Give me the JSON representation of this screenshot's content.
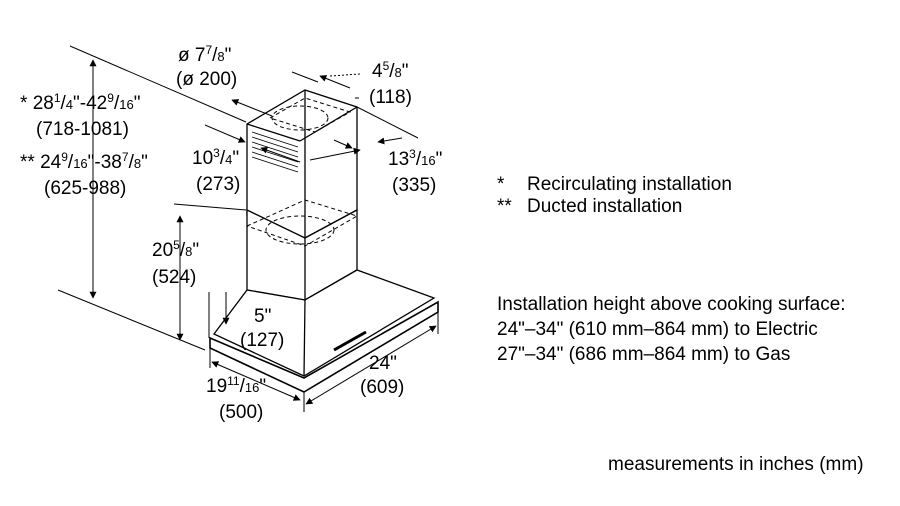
{
  "labels": {
    "duct_diameter": {
      "prefix": "ø 7",
      "num": "7",
      "den": "8",
      "suffix": "\"",
      "metric": "(ø 200)"
    },
    "depth_offset": {
      "whole": "4",
      "num": "5",
      "den": "8",
      "suffix": "\"",
      "metric": "(118)"
    },
    "height_recirc": {
      "star": "* ",
      "w1": "28",
      "n1": "1",
      "d1": "4",
      "mid": "\"-42",
      "n2": "9",
      "d2": "16",
      "end": "\"",
      "metric": "(718-1081)"
    },
    "height_ducted": {
      "star": "** ",
      "w1": "24",
      "n1": "9",
      "d1": "16",
      "mid": "\"-38",
      "n2": "7",
      "d2": "8",
      "end": "\"",
      "metric": "(625-988)"
    },
    "chimney_width": {
      "whole": "10",
      "num": "3",
      "den": "4",
      "suffix": "\"",
      "metric": "(273)"
    },
    "chimney_depth": {
      "whole": "13",
      "num": "3",
      "den": "16",
      "suffix": "\"",
      "metric": "(335)"
    },
    "lower_chimney": {
      "whole": "20",
      "num": "5",
      "den": "8",
      "suffix": "\"",
      "metric": "(524)"
    },
    "canopy_height": {
      "text": "5\"",
      "metric": "(127)"
    },
    "hood_width": {
      "text": "24\"",
      "metric": "(609)"
    },
    "hood_depth": {
      "whole": "19",
      "num": "11",
      "den": "16",
      "suffix": "\"",
      "metric": "(500)"
    }
  },
  "legend": [
    {
      "mark": "*",
      "text": "Recirculating installation"
    },
    {
      "mark": "**",
      "text": "Ducted installation"
    }
  ],
  "installation": {
    "heading": "Installation height above cooking surface:",
    "electric": "24\"–34\" (610 mm–864 mm) to Electric",
    "gas": "27\"–34\" (686 mm–864 mm) to Gas"
  },
  "units_note": "measurements in inches (mm)",
  "colors": {
    "line": "#000000",
    "background": "#ffffff"
  }
}
